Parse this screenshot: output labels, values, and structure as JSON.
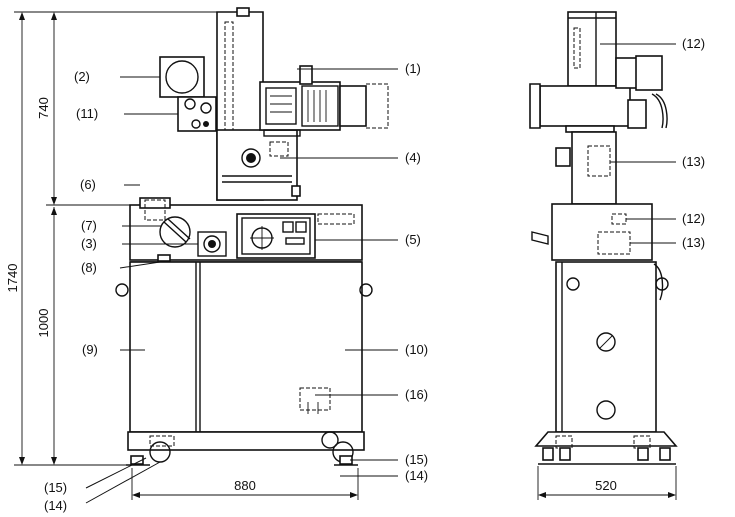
{
  "dimensions": {
    "overall_height": "1740",
    "top_section": "740",
    "bottom_section": "1000",
    "front_width": "880",
    "side_width": "520"
  },
  "front_labels": {
    "l1": "(1)",
    "l2": "(2)",
    "l11": "(11)",
    "l4": "(4)",
    "l6": "(6)",
    "l7": "(7)",
    "l3": "(3)",
    "l8": "(8)",
    "l5": "(5)",
    "l9": "(9)",
    "l10": "(10)",
    "l16": "(16)",
    "l15a": "(15)",
    "l14a": "(14)",
    "l15b": "(15)",
    "l14b": "(14)"
  },
  "side_labels": {
    "l12a": "(12)",
    "l13a": "(13)",
    "l12b": "(12)",
    "l13b": "(13)"
  }
}
